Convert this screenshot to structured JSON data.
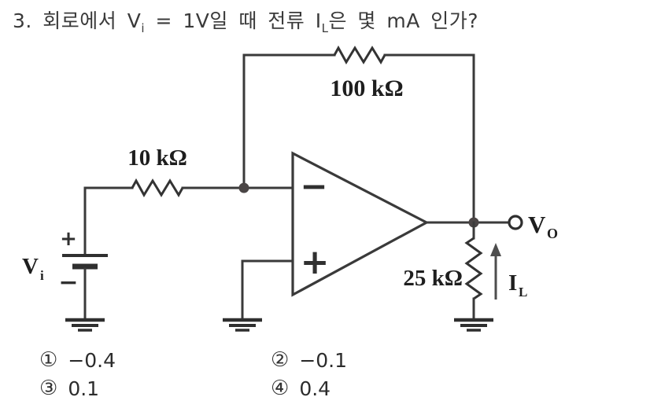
{
  "question": {
    "p1": "3. 회로에서 V",
    "sub1": "i",
    "p2": " = 1V일 때 전류 I",
    "sub2": "L",
    "p3": "은 몇 mA 인가?"
  },
  "circuit": {
    "feedback_resistor": "100 kΩ",
    "input_resistor": "10 kΩ",
    "load_resistor": "25 kΩ",
    "source_label": {
      "main": "V",
      "sub": "i"
    },
    "output_label": {
      "main": "V",
      "sub": "O"
    },
    "load_current_label": {
      "main": "I",
      "sub": "L"
    },
    "battery_plus": "+",
    "battery_minus": "−",
    "opamp": {
      "inverting": "−",
      "noninverting": "+"
    }
  },
  "options": [
    {
      "marker": "①",
      "value": "−0.4"
    },
    {
      "marker": "②",
      "value": "−0.1"
    },
    {
      "marker": "③",
      "value": "0.1"
    },
    {
      "marker": "④",
      "value": "0.4"
    }
  ],
  "colors": {
    "ink": "#3a3a3a",
    "label_ink": "#1e1e1e",
    "background": "#ffffff"
  }
}
